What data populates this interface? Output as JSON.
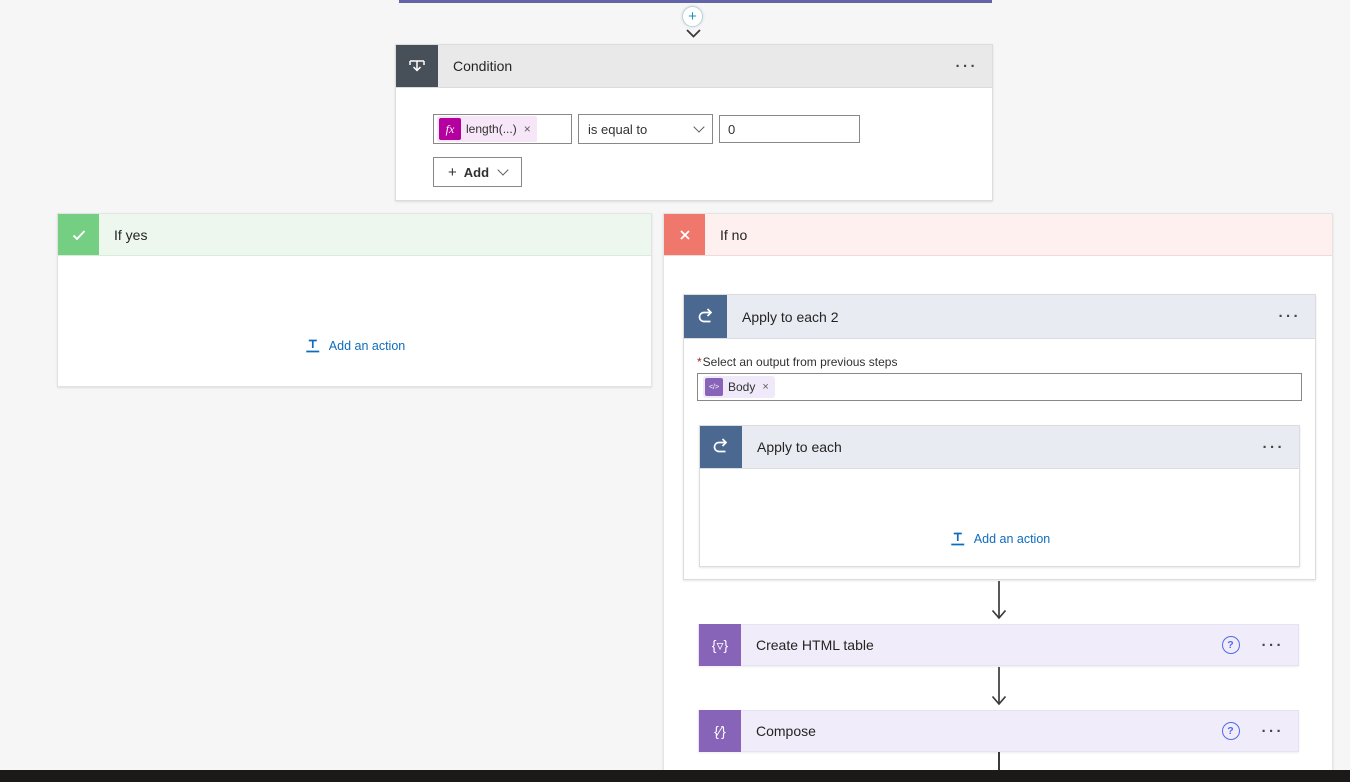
{
  "colors": {
    "canvas_bg": "#f6f6f6",
    "prev_card_edge": "#6264a7",
    "condition_icon_bg": "#474f59",
    "condition_header_bg": "#e9e9e9",
    "yes_green": "#74cf82",
    "yes_header_bg": "#edf7ee",
    "no_red": "#ef776c",
    "no_header_bg": "#fdf0ee",
    "loop_icon_bg": "#4a6890",
    "loop_header_bg": "#e8ebf1",
    "dataop_purple": "#8764b8",
    "dataop_bg": "#f0ecfa",
    "expression_magenta": "#b4009e",
    "expression_pill_bg": "#f7e6f7",
    "token_pill_bg": "#efe9f9",
    "link_blue": "#0f6cbd",
    "arrow": "#3b3a39",
    "bottom_bar": "#1b1a19"
  },
  "canvas": {
    "insert_plus": "+"
  },
  "ui": {
    "ellipsis": "···",
    "close": "×",
    "help": "?"
  },
  "condition": {
    "title": "Condition",
    "expression": {
      "fx": "fx",
      "label": "length(...)"
    },
    "operator": "is equal to",
    "value": "0",
    "add_button": {
      "plus": "+",
      "label": "Add"
    }
  },
  "if_yes": {
    "title": "If yes",
    "add_action": "Add an action"
  },
  "if_no": {
    "title": "If no",
    "apply_to_each_2": {
      "title": "Apply to each 2",
      "required_marker": "*",
      "field_label": "Select an output from previous steps",
      "token": {
        "icon": "</>",
        "label": "Body"
      },
      "nested_apply_to_each": {
        "title": "Apply to each",
        "add_action": "Add an action"
      }
    },
    "create_html_table": {
      "title": "Create HTML table",
      "icon_glyph": "{▿}"
    },
    "compose": {
      "title": "Compose",
      "icon_glyph": "{∕}"
    }
  }
}
